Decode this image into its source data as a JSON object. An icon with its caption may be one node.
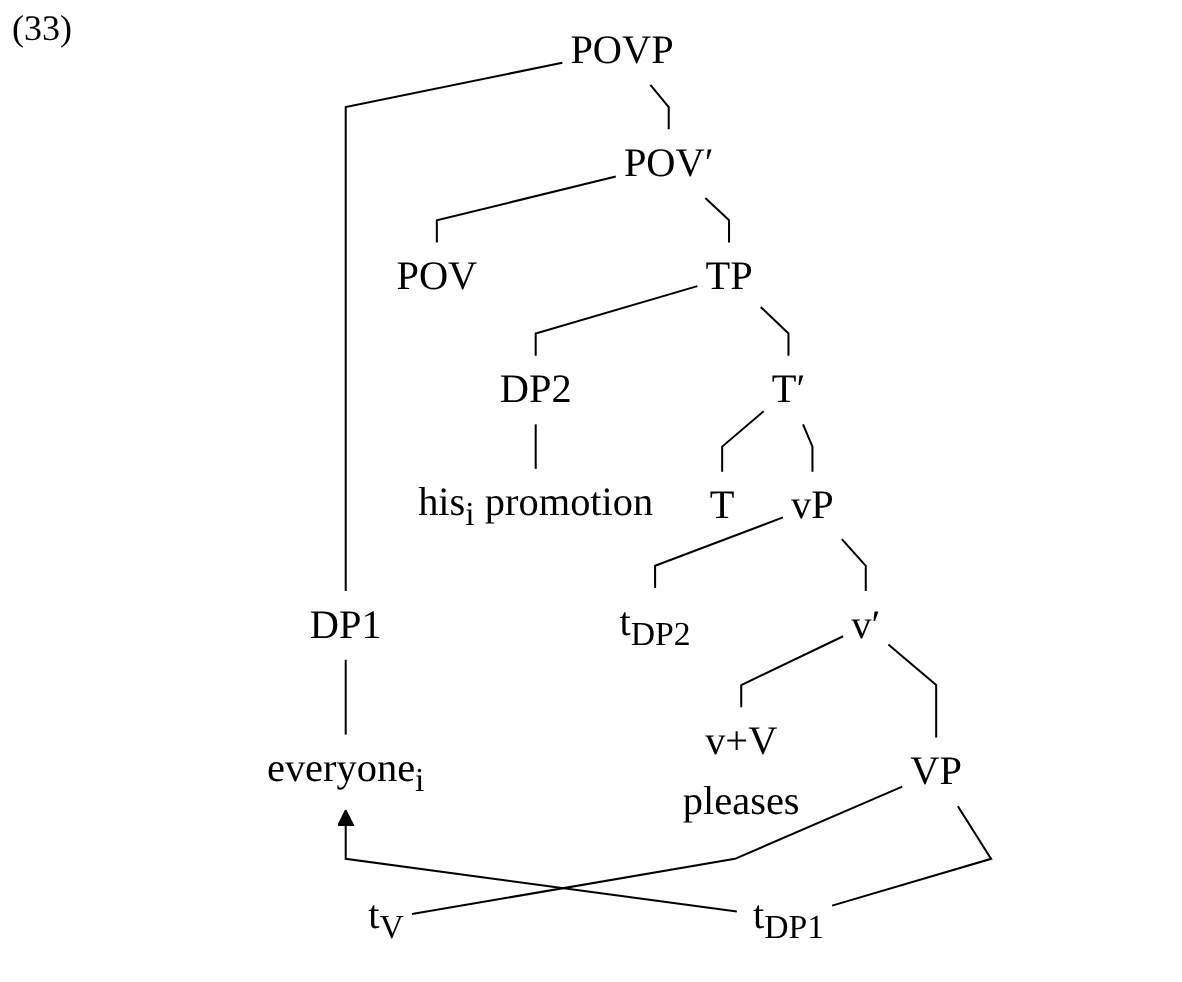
{
  "diagram": {
    "nodes": [
      {
        "text": [
          "POVP"
        ]
      },
      {
        "text": [
          "DP1"
        ]
      },
      {
        "text": [
          "POV′"
        ]
      },
      {
        "text": [
          "everyone$_{i}$"
        ]
      },
      {
        "text": [
          "POV"
        ]
      },
      {
        "text": [
          "TP"
        ]
      },
      {
        "text": [
          "DP2"
        ]
      },
      {
        "text": [
          "T′"
        ]
      },
      {
        "text": [
          "his$_{i}$ promotion"
        ]
      },
      {
        "text": [
          "T"
        ]
      },
      {
        "text": [
          "vP"
        ]
      },
      {
        "text": [
          "t$_{DP2}$"
        ]
      },
      {
        "text": [
          "v′"
        ]
      },
      {
        "text": [
          "v+V",
          "pleases"
        ]
      },
      {
        "text": [
          "VP"
        ]
      },
      {
        "text": [
          "t$_{V}$"
        ]
      },
      {
        "text": [
          "t$_{DP1}$"
        ]
      }
    ],
    "edges": [
      {
        "from": 0,
        "to": 1,
        "arrow": "none"
      },
      {
        "from": 0,
        "to": 2,
        "arrow": "none"
      },
      {
        "from": 1,
        "to": 3,
        "arrow": "none"
      },
      {
        "from": 2,
        "to": 4,
        "arrow": "none"
      },
      {
        "from": 2,
        "to": 5,
        "arrow": "none"
      },
      {
        "from": 5,
        "to": 6,
        "arrow": "none"
      },
      {
        "from": 5,
        "to": 7,
        "arrow": "none"
      },
      {
        "from": 6,
        "to": 8,
        "arrow": "none"
      },
      {
        "from": 7,
        "to": 9,
        "arrow": "none"
      },
      {
        "from": 7,
        "to": 10,
        "arrow": "none"
      },
      {
        "from": 10,
        "to": 11,
        "arrow": "none"
      },
      {
        "from": 10,
        "to": 12,
        "arrow": "none"
      },
      {
        "from": 12,
        "to": 13,
        "arrow": "none"
      },
      {
        "from": 12,
        "to": 14,
        "arrow": "none"
      },
      {
        "from": 14,
        "to": 15,
        "arrow": "none"
      },
      {
        "from": 14,
        "to": 16,
        "arrow": "none"
      },
      {
        "from": 16,
        "to": 3,
        "arrow": "to"
      }
    ],
    "labels": [
      "(33)"
    ]
  }
}
